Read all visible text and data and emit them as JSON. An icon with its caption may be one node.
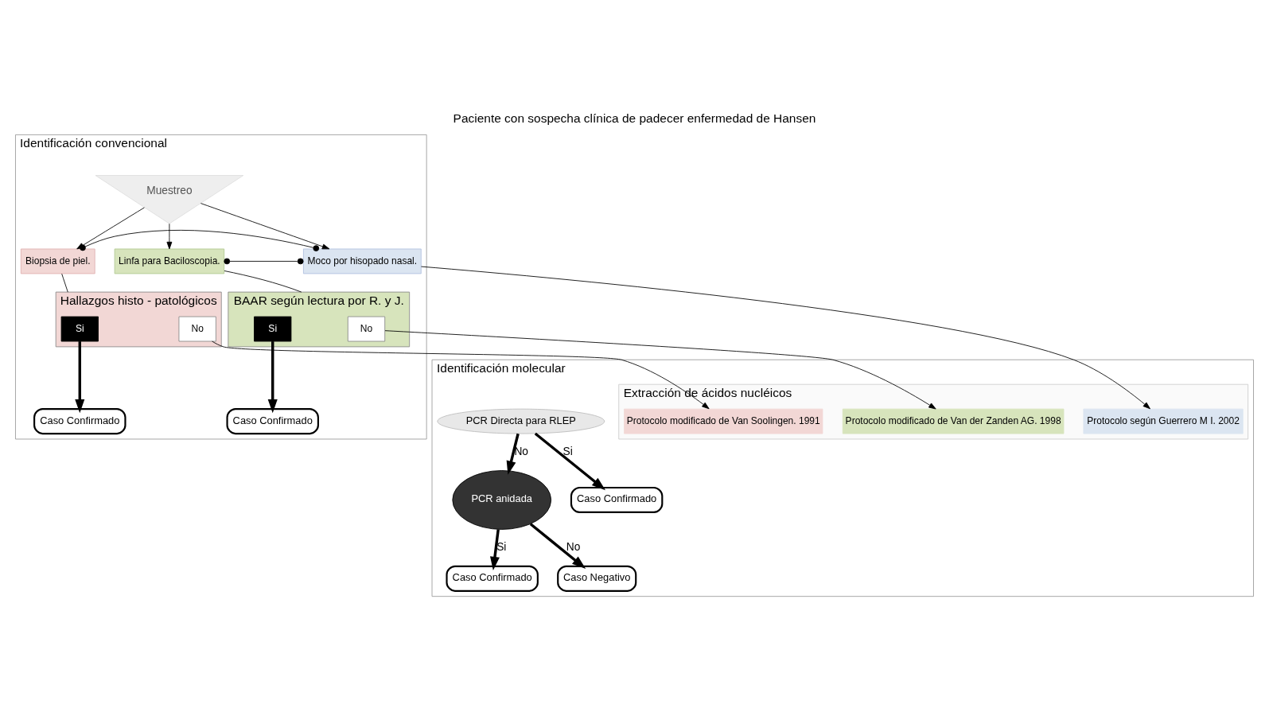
{
  "diagram": {
    "title": "Paciente con sospecha clínica de padecer enfermedad de Hansen",
    "nodes": [
      {
        "text": [
          "Identificación convencional"
        ]
      },
      {
        "text": [
          "Identificación molecular"
        ]
      },
      {
        "text": [
          "Extracción de ácidos nucléicos"
        ],
        "in": 1
      },
      {
        "text": [
          "Muestreo"
        ],
        "in": 0
      },
      {
        "text": [
          "Biopsia de piel."
        ],
        "in": 0
      },
      {
        "text": [
          "Moco por hisopado nasal."
        ],
        "in": 0
      },
      {
        "text": [
          "Linfa para Baciloscopia."
        ],
        "in": 0
      },
      {
        "text": [
          "Hallazgos histo - patológicos"
        ],
        "in": 0
      },
      {
        "text": [
          "BAAR según lectura por R. y J."
        ],
        "in": 0
      },
      {
        "text": [
          "Si"
        ],
        "in": 7
      },
      {
        "text": [
          "No"
        ],
        "in": 7
      },
      {
        "text": [
          "No"
        ],
        "in": 8
      },
      {
        "text": [
          "Si"
        ],
        "in": 8
      },
      {
        "text": [
          "Caso Confirmado"
        ],
        "in": 0
      },
      {
        "text": [
          "Caso Confirmado"
        ],
        "in": 0
      },
      {
        "text": [
          "Protocolo modificado de Van Soolingen. 1991"
        ],
        "in": 2
      },
      {
        "text": [
          "Protocolo según Guerrero M I. 2002"
        ],
        "in": 2
      },
      {
        "text": [
          "Protocolo modificado de Van der Zanden AG. 1998"
        ],
        "in": 2
      },
      {
        "text": [
          "PCR Directa para RLEP"
        ],
        "in": 1
      },
      {
        "text": [
          "PCR anidada"
        ],
        "in": 1
      },
      {
        "text": [
          "Caso Confirmado"
        ],
        "in": 1
      },
      {
        "text": [
          "Caso Confirmado"
        ],
        "in": 1
      },
      {
        "text": [
          "Caso Negativo"
        ],
        "in": 1
      }
    ],
    "edges": [
      {
        "from": 3,
        "to": 4,
        "arrow": "to"
      },
      {
        "from": 3,
        "to": 5,
        "arrow": "to"
      },
      {
        "from": 3,
        "to": 6,
        "arrow": "to"
      },
      {
        "from": 4,
        "to": 5,
        "arrow": "other"
      },
      {
        "from": 5,
        "to": 6,
        "arrow": "other"
      },
      {
        "from": 4,
        "to": 7,
        "arrow": "none"
      },
      {
        "from": 6,
        "to": 8,
        "arrow": "none"
      },
      {
        "from": 9,
        "to": 13,
        "arrow": "to",
        "style": "thick"
      },
      {
        "from": 12,
        "to": 14,
        "arrow": "to",
        "style": "thick"
      },
      {
        "from": 10,
        "to": 15,
        "arrow": "to"
      },
      {
        "from": 5,
        "to": 16,
        "arrow": "to"
      },
      {
        "from": 11,
        "to": 17,
        "arrow": "to"
      },
      {
        "from": 18,
        "to": 20,
        "arrow": "to",
        "label": "Si",
        "style": "thick"
      },
      {
        "from": 18,
        "to": 19,
        "arrow": "to",
        "label": "No",
        "style": "thick"
      },
      {
        "from": 19,
        "to": 21,
        "arrow": "to",
        "label": "Si",
        "style": "thick"
      },
      {
        "from": 19,
        "to": 22,
        "arrow": "to",
        "label": "No",
        "style": "thick"
      }
    ]
  }
}
